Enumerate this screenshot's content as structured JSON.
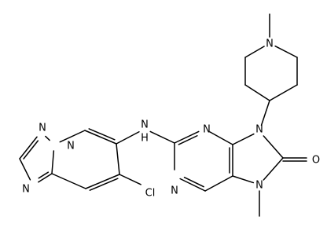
{
  "molecule": {
    "atom_labels": {
      "n_tri1": "N",
      "n_tri2": "N",
      "n_tri3": "N",
      "n_tri_bridge": "N",
      "nh": "N",
      "h": "H",
      "cl": "Cl",
      "n_pur1": "N",
      "n_pur3": "N",
      "n9": "N",
      "n7": "N",
      "o8": "O",
      "n_pip": "N"
    }
  }
}
